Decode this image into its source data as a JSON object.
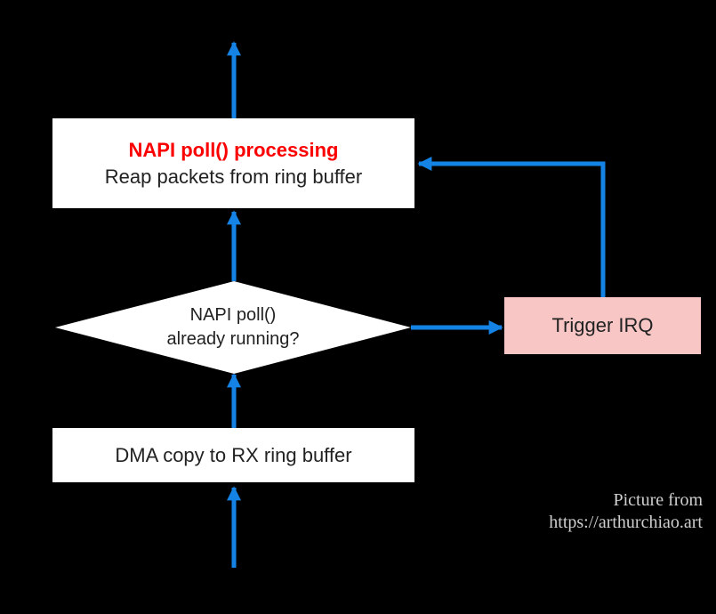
{
  "colors": {
    "background": "#000000",
    "arrow_blue": "#1583E6",
    "node_white": "#FFFFFF",
    "irq_pink": "#F8C7C5",
    "title_red": "#FB0000",
    "node_text": "#222222",
    "caption_gray": "#CFCFCF"
  },
  "nodes": {
    "napi_poll_box": {
      "title": "NAPI poll() processing",
      "subtitle": "Reap packets from ring buffer"
    },
    "decision_diamond": {
      "line1": "NAPI poll()",
      "line2": "already running?"
    },
    "trigger_irq_box": {
      "label": "Trigger IRQ"
    },
    "dma_box": {
      "label": "DMA copy to RX ring buffer"
    }
  },
  "caption": {
    "line1": "Picture from",
    "line2": "https://arthurchiao.art"
  }
}
